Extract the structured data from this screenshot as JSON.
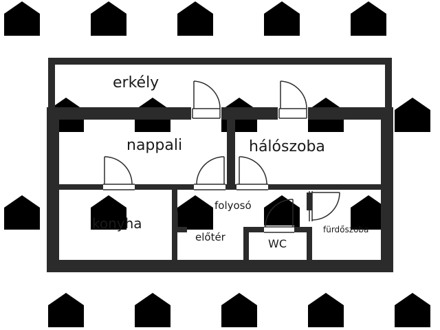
{
  "floorplan": {
    "rooms": [
      {
        "id": "balcony",
        "label": "erkély"
      },
      {
        "id": "living",
        "label": "nappali"
      },
      {
        "id": "bedroom",
        "label": "hálószoba"
      },
      {
        "id": "kitchen",
        "label": "konyha"
      },
      {
        "id": "corridor",
        "label": "folyosó"
      },
      {
        "id": "hall",
        "label": "előtér"
      },
      {
        "id": "wc",
        "label": "WC"
      },
      {
        "id": "bathroom",
        "label": "fürdőszoba"
      }
    ]
  },
  "colors": {
    "wall": "#2b2b2b",
    "background": "#ffffff",
    "watermark": "#e6e6e6",
    "text": "#1a1a1a"
  }
}
